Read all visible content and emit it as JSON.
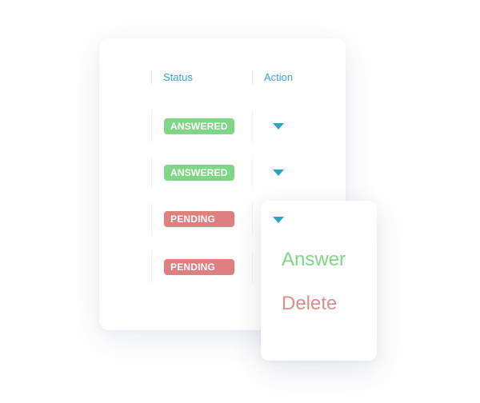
{
  "table": {
    "columns": {
      "status": "Status",
      "action": "Action"
    },
    "rows": [
      {
        "status": "ANSWERED",
        "state": "answered",
        "status_color": "#7fd687"
      },
      {
        "status": "ANSWERED",
        "state": "answered",
        "status_color": "#7fd687"
      },
      {
        "status": "PENDING",
        "state": "pending",
        "status_color": "#e07f80"
      },
      {
        "status": "PENDING",
        "state": "pending",
        "status_color": "#e07f80"
      }
    ]
  },
  "dropdown": {
    "open_on_row": 3,
    "items": [
      {
        "label": "Answer",
        "color": "#7fd687"
      },
      {
        "label": "Delete",
        "color": "#e08c8e"
      }
    ]
  },
  "colors": {
    "accent": "#2aa3c6",
    "header_text": "#3aa7c9"
  },
  "icons": {
    "action_toggle": "caret-down-icon"
  }
}
